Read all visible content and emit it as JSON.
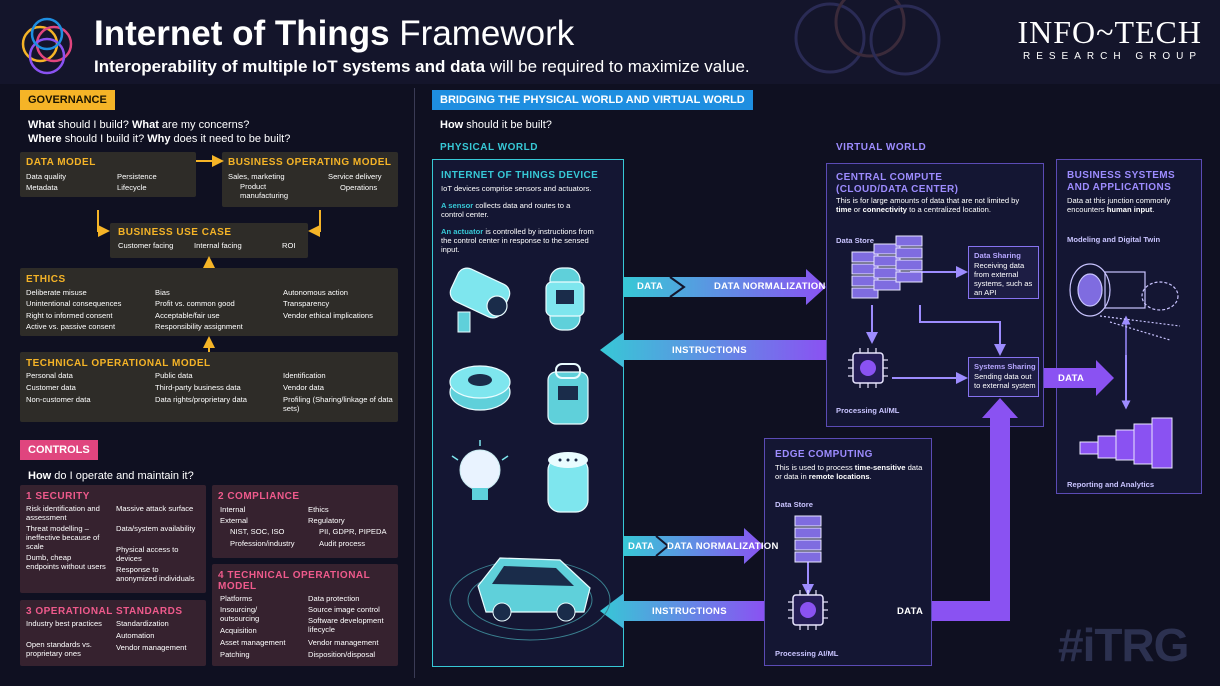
{
  "header": {
    "title_bold": "Internet of Things",
    "title_rest": "Framework",
    "subtitle_bold": "Interoperability of multiple IoT systems and data",
    "subtitle_rest": "will be required to maximize value.",
    "brand_name": "INFO~TECH",
    "brand_sub": "RESEARCH GROUP"
  },
  "governance": {
    "tag": "GOVERNANCE",
    "q1_a": "What",
    "q1_b": "should I build?",
    "q1_c": "What",
    "q1_d": "are my concerns?",
    "q2_a": "Where",
    "q2_b": "should I build it?",
    "q2_c": "Why",
    "q2_d": "does it need to be built?",
    "data_model": {
      "title": "DATA MODEL",
      "items": [
        "Data quality",
        "Metadata",
        "Persistence",
        "Lifecycle"
      ]
    },
    "business_operating_model": {
      "title": "BUSINESS OPERATING MODEL",
      "items": [
        "Sales, marketing",
        "Product manufacturing",
        "Service delivery",
        "Operations"
      ]
    },
    "business_use_case": {
      "title": "BUSINESS USE CASE",
      "items": [
        "Customer facing",
        "Internal facing",
        "ROI"
      ]
    },
    "ethics": {
      "title": "ETHICS",
      "items": [
        "Deliberate misuse",
        "Unintentional consequences",
        "Right to informed consent",
        "Active vs. passive consent",
        "Bias",
        "Profit vs. common good",
        "Acceptable/fair use",
        "Responsibility assignment",
        "Autonomous action",
        "Transparency",
        "Vendor ethical implications"
      ]
    },
    "technical_operational_model": {
      "title": "TECHNICAL OPERATIONAL MODEL",
      "items": [
        "Personal data",
        "Customer data",
        "Non-customer data",
        "Public data",
        "Third-party business data",
        "Data rights/proprietary data",
        "Identification",
        "Vendor data",
        "Profiling (Sharing/linkage of data sets)"
      ]
    }
  },
  "controls": {
    "tag": "CONTROLS",
    "q_a": "How",
    "q_b": "do I operate and maintain it?",
    "security": {
      "title": "1  SECURITY",
      "items": [
        "Risk identification and assessment",
        "Threat modelling – ineffective because of scale",
        "Dumb, cheap endpoints without users",
        "Massive attack surface",
        "Data/system availability",
        "Physical access to devices",
        "Response to anonymized individuals"
      ]
    },
    "compliance": {
      "title": "2  COMPLIANCE",
      "items": [
        "Internal",
        "External",
        "NIST, SOC, ISO",
        "Profession/industry",
        "Ethics",
        "Regulatory",
        "PII, GDPR, PIPEDA",
        "Audit process"
      ]
    },
    "operational_standards": {
      "title": "3  OPERATIONAL STANDARDS",
      "items": [
        "Industry best practices",
        "Open standards vs. proprietary ones",
        "Standardization",
        "Automation",
        "Vendor management"
      ]
    },
    "technical_operational_model": {
      "title": "4  TECHNICAL OPERATIONAL MODEL",
      "items": [
        "Platforms",
        "Insourcing/ outsourcing",
        "Acquisition",
        "Asset management",
        "Patching",
        "Data protection",
        "Source image control",
        "Software development lifecycle",
        "Vendor management",
        "Disposition/disposal"
      ]
    }
  },
  "bridge": {
    "tag": "BRIDGING THE PHYSICAL WORLD AND VIRTUAL WORLD",
    "q_a": "How",
    "q_b": "should it be built?",
    "physical_world": "PHYSICAL WORLD",
    "virtual_world": "VIRTUAL WORLD",
    "iot_device": {
      "title": "INTERNET OF THINGS DEVICE",
      "desc": "IoT devices comprise sensors and actuators.",
      "sensor_a": "A sensor",
      "sensor_b": "collects data and routes to a control center.",
      "actuator_a": "An actuator",
      "actuator_b": "is controlled by instructions from the control center in response to the sensed input."
    },
    "central_compute": {
      "title": "CENTRAL COMPUTE (CLOUD/DATA CENTER)",
      "desc_a": "This is for large amounts of data that are not limited by",
      "desc_b": "time",
      "desc_c": "or",
      "desc_d": "connectivity",
      "desc_e": "to a centralized location.",
      "data_store": "Data Store",
      "processing": "Processing AI/ML",
      "data_sharing_title": "Data Sharing",
      "data_sharing_text": "Receiving data from external systems, such as an API",
      "systems_sharing_title": "Systems Sharing",
      "systems_sharing_text": "Sending data out to external system"
    },
    "edge_computing": {
      "title": "EDGE COMPUTING",
      "desc_a": "This is used to process",
      "desc_b": "time-sensitive",
      "desc_c": "data or data in",
      "desc_d": "remote locations",
      "desc_e": ".",
      "data_store": "Data Store",
      "processing": "Processing AI/ML"
    },
    "business_systems": {
      "title": "BUSINESS SYSTEMS AND APPLICATIONS",
      "desc_a": "Data at this junction commonly encounters",
      "desc_b": "human input",
      "desc_c": ".",
      "modeling": "Modeling and Digital Twin",
      "reporting": "Reporting and Analytics"
    },
    "flows": {
      "data_1": "DATA",
      "normalization_1": "DATA NORMALIZATION",
      "instructions_1": "INSTRUCTIONS",
      "data_2": "DATA",
      "normalization_2": "DATA NORMALIZATION",
      "instructions_2": "INSTRUCTIONS",
      "data_edge": "DATA",
      "data_business": "DATA"
    },
    "watermark": "#iTRG"
  },
  "colors": {
    "governance": "#f5b427",
    "controls": "#e0457e",
    "bridge": "#1e8ee0",
    "cyan": "#37c8d6",
    "purple": "#8a52f2",
    "background": "#0f1021"
  }
}
